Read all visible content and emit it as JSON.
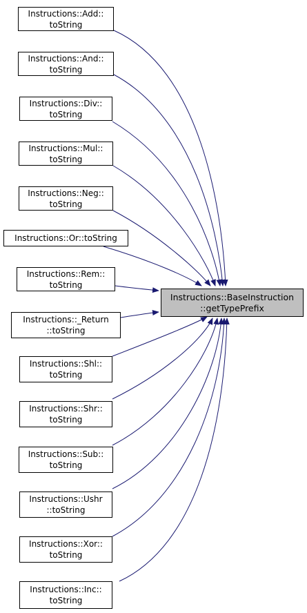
{
  "colors": {
    "edge": "#191970",
    "node_border": "#000000",
    "node_fill": "#ffffff",
    "target_fill": "#bfbfbf"
  },
  "target": {
    "lines": [
      "Instructions::BaseInstruction",
      "::getTypePrefix"
    ]
  },
  "callers": [
    {
      "lines": [
        "Instructions::Add::",
        "toString"
      ]
    },
    {
      "lines": [
        "Instructions::And::",
        "toString"
      ]
    },
    {
      "lines": [
        "Instructions::Div::",
        "toString"
      ]
    },
    {
      "lines": [
        "Instructions::Mul::",
        "toString"
      ]
    },
    {
      "lines": [
        "Instructions::Neg::",
        "toString"
      ]
    },
    {
      "lines": [
        "Instructions::Or::toString"
      ]
    },
    {
      "lines": [
        "Instructions::Rem::",
        "toString"
      ]
    },
    {
      "lines": [
        "Instructions::_Return",
        "::toString"
      ]
    },
    {
      "lines": [
        "Instructions::Shl::",
        "toString"
      ]
    },
    {
      "lines": [
        "Instructions::Shr::",
        "toString"
      ]
    },
    {
      "lines": [
        "Instructions::Sub::",
        "toString"
      ]
    },
    {
      "lines": [
        "Instructions::Ushr",
        "::toString"
      ]
    },
    {
      "lines": [
        "Instructions::Xor::",
        "toString"
      ]
    },
    {
      "lines": [
        "Instructions::Inc::",
        "toString"
      ]
    }
  ]
}
